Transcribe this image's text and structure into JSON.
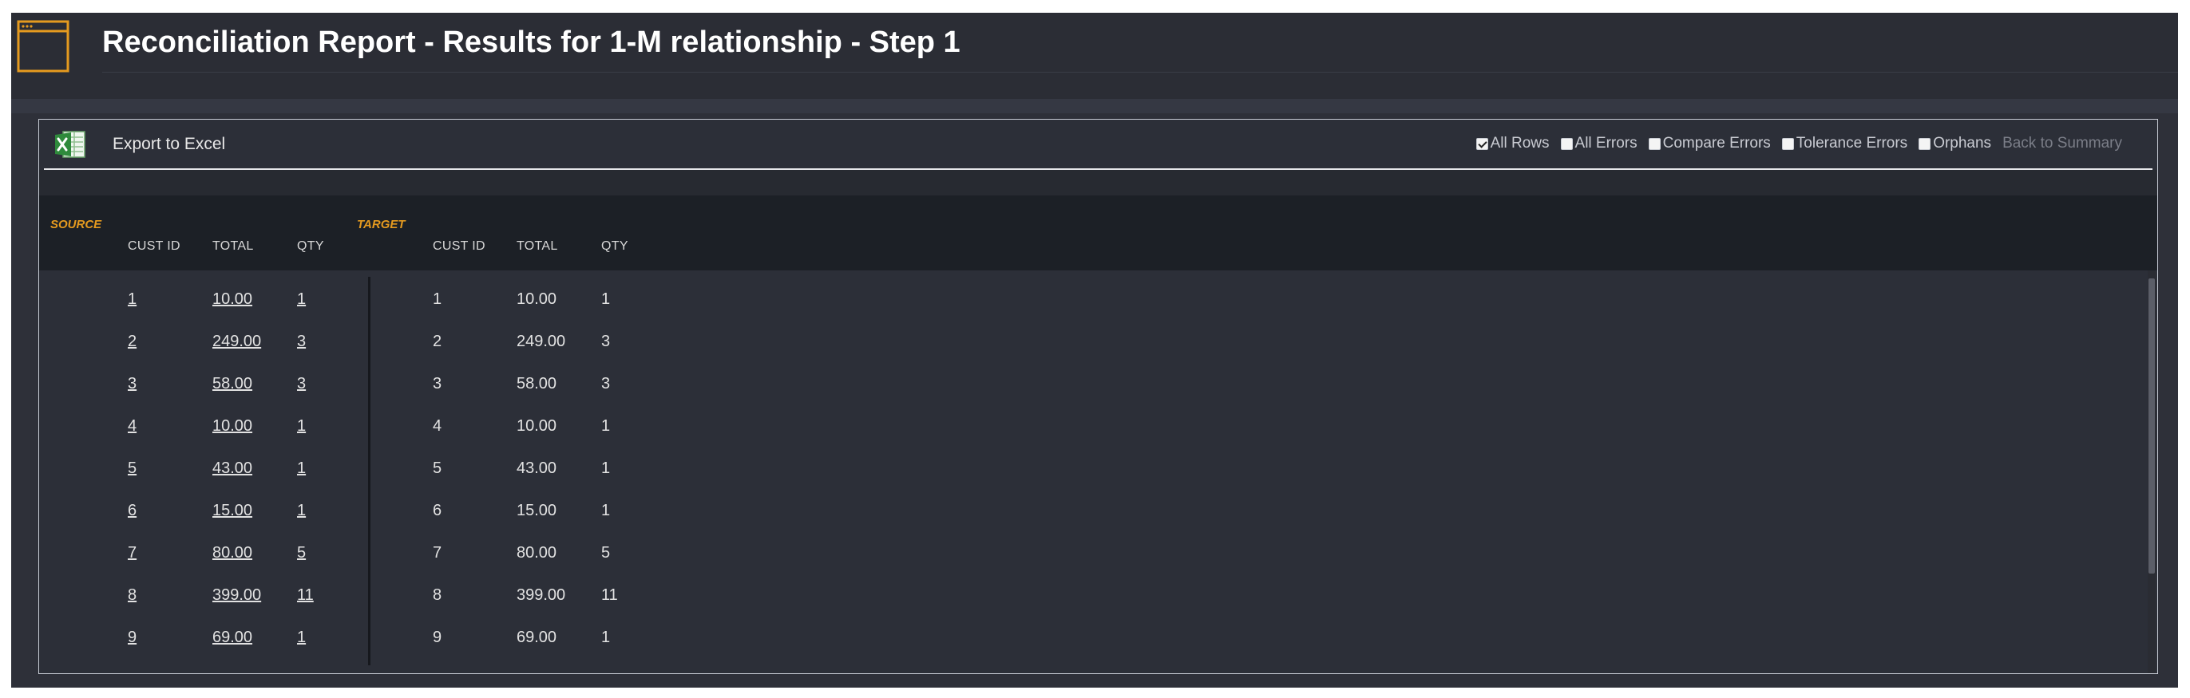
{
  "header": {
    "title": "Reconciliation Report - Results for 1-M relationship - Step 1",
    "icon": "window-icon"
  },
  "toolbar": {
    "export_label": "Export to Excel",
    "filters": [
      {
        "label": "All Rows",
        "checked": true
      },
      {
        "label": "All Errors",
        "checked": false
      },
      {
        "label": "Compare Errors",
        "checked": false
      },
      {
        "label": "Tolerance Errors",
        "checked": false
      },
      {
        "label": "Orphans",
        "checked": false
      }
    ],
    "back_label": "Back to Summary"
  },
  "table": {
    "source_label": "SOURCE",
    "target_label": "TARGET",
    "source_columns": [
      "CUST ID",
      "TOTAL",
      "QTY"
    ],
    "target_columns": [
      "CUST ID",
      "TOTAL",
      "QTY"
    ],
    "rows": [
      {
        "source": [
          "1",
          "10.00",
          "1"
        ],
        "target": [
          "1",
          "10.00",
          "1"
        ]
      },
      {
        "source": [
          "2",
          "249.00",
          "3"
        ],
        "target": [
          "2",
          "249.00",
          "3"
        ]
      },
      {
        "source": [
          "3",
          "58.00",
          "3"
        ],
        "target": [
          "3",
          "58.00",
          "3"
        ]
      },
      {
        "source": [
          "4",
          "10.00",
          "1"
        ],
        "target": [
          "4",
          "10.00",
          "1"
        ]
      },
      {
        "source": [
          "5",
          "43.00",
          "1"
        ],
        "target": [
          "5",
          "43.00",
          "1"
        ]
      },
      {
        "source": [
          "6",
          "15.00",
          "1"
        ],
        "target": [
          "6",
          "15.00",
          "1"
        ]
      },
      {
        "source": [
          "7",
          "80.00",
          "5"
        ],
        "target": [
          "7",
          "80.00",
          "5"
        ]
      },
      {
        "source": [
          "8",
          "399.00",
          "11"
        ],
        "target": [
          "8",
          "399.00",
          "11"
        ]
      },
      {
        "source": [
          "9",
          "69.00",
          "1"
        ],
        "target": [
          "9",
          "69.00",
          "1"
        ]
      }
    ]
  },
  "colors": {
    "accent": "#e59a1f",
    "background": "#2e3039",
    "header_row": "#1c2026"
  }
}
